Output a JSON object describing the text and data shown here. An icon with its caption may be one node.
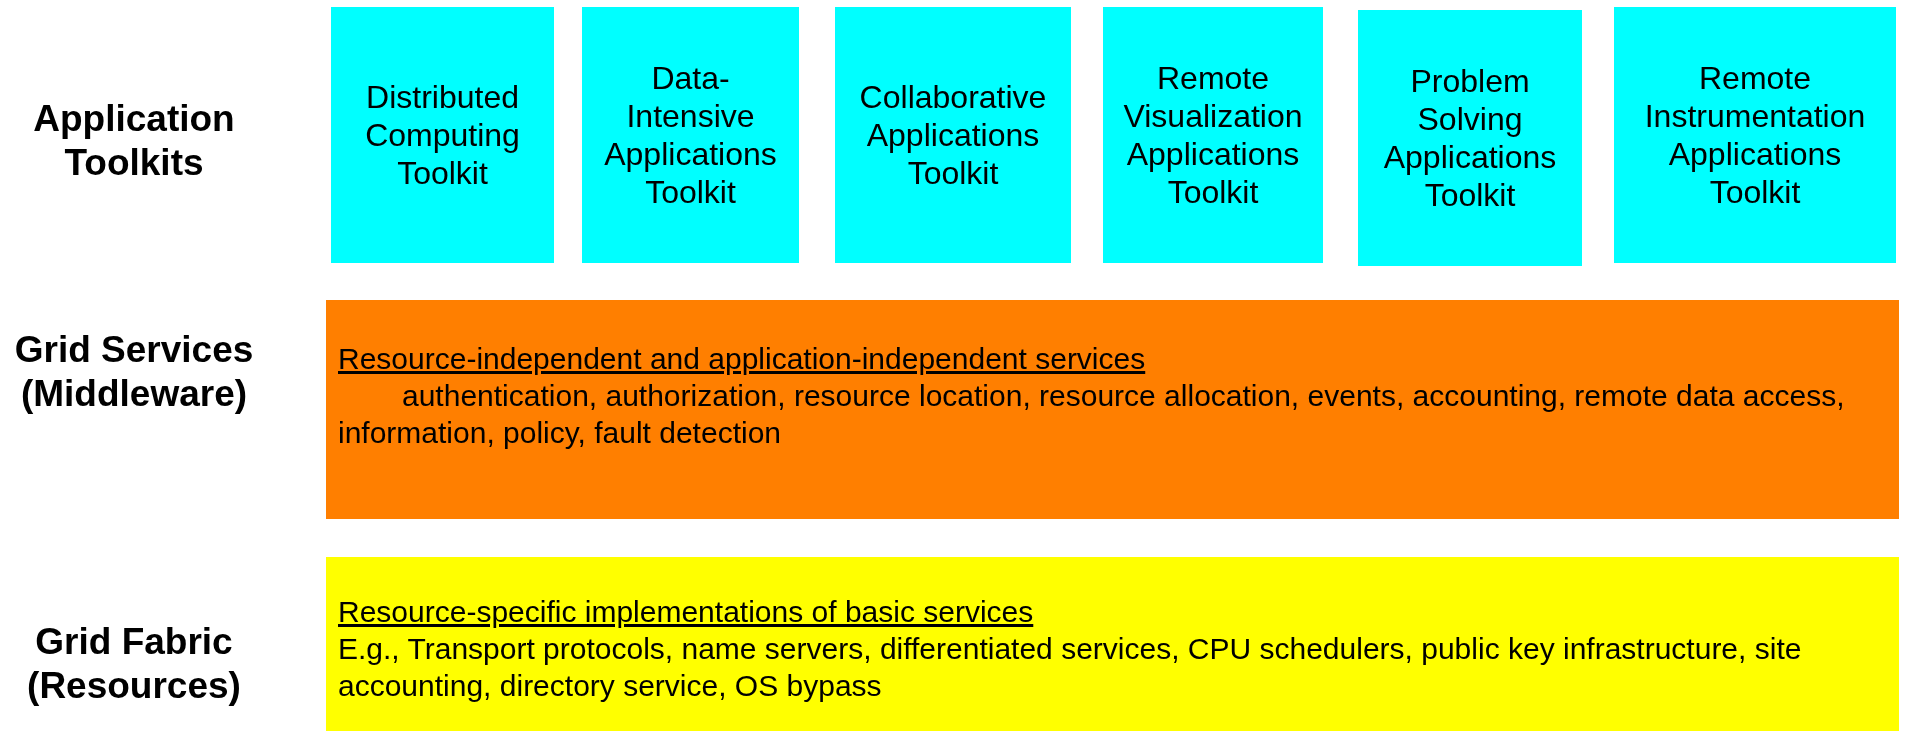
{
  "diagram": {
    "nodes": [
      {
        "text": [
          "Distributed Computing Toolkit"
        ]
      },
      {
        "text": [
          "Data-Intensive Applications Toolkit"
        ]
      },
      {
        "text": [
          "Collaborative Applications Toolkit"
        ]
      },
      {
        "text": [
          "Remote Visualization Applications Toolkit"
        ]
      },
      {
        "text": [
          "Problem Solving Applications Toolkit"
        ]
      },
      {
        "text": [
          "Remote Instrumentation Applications Toolkit"
        ]
      },
      {
        "text": [
          "Resource-independent and application-independent services",
          "authentication, authorization, resource location, resource allocation, events, accounting, remote data access, information, policy, fault detection"
        ]
      },
      {
        "text": [
          "Resource-specific implementations of basic services",
          "E.g., Transport protocols, name servers, differentiated services, CPU schedulers, public key infrastructure, site accounting, directory service, OS bypass"
        ]
      }
    ],
    "labels": [
      "Application Toolkits",
      "Grid Services (Middleware)",
      "Grid Fabric (Resources)"
    ]
  }
}
